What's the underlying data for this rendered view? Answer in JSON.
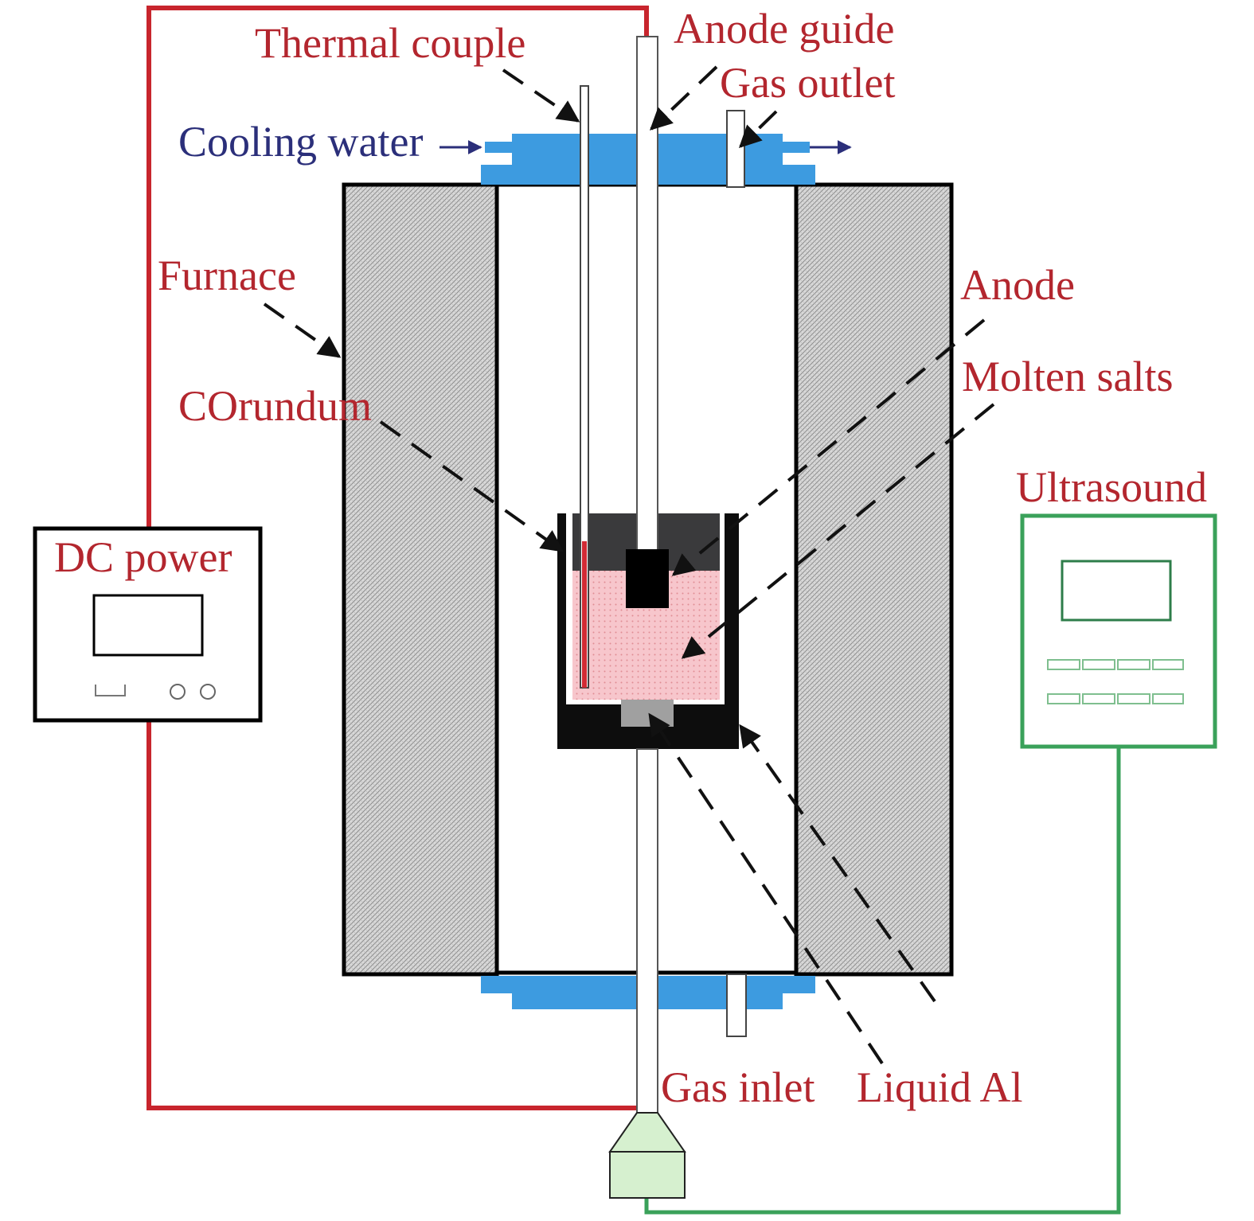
{
  "labels": {
    "thermal_couple": "Thermal couple",
    "anode_guide": "Anode guide",
    "gas_outlet": "Gas outlet",
    "cooling_water": "Cooling water",
    "furnace": "Furnace",
    "corundum": "COrundum",
    "anode": "Anode",
    "molten_salts": "Molten salts",
    "ultrasound": "Ultrasound",
    "dc_power": "DC power",
    "gas_inlet": "Gas inlet",
    "liquid_al": "Liquid Al"
  },
  "colors": {
    "dc_circuit": "#c8252d",
    "ultrasound_circuit": "#3aa15a",
    "cooling_jacket": "#3d9be0",
    "molten_salt": "#f7c6cc",
    "label_red": "#b3262e",
    "label_blue": "#2b2f7a"
  }
}
